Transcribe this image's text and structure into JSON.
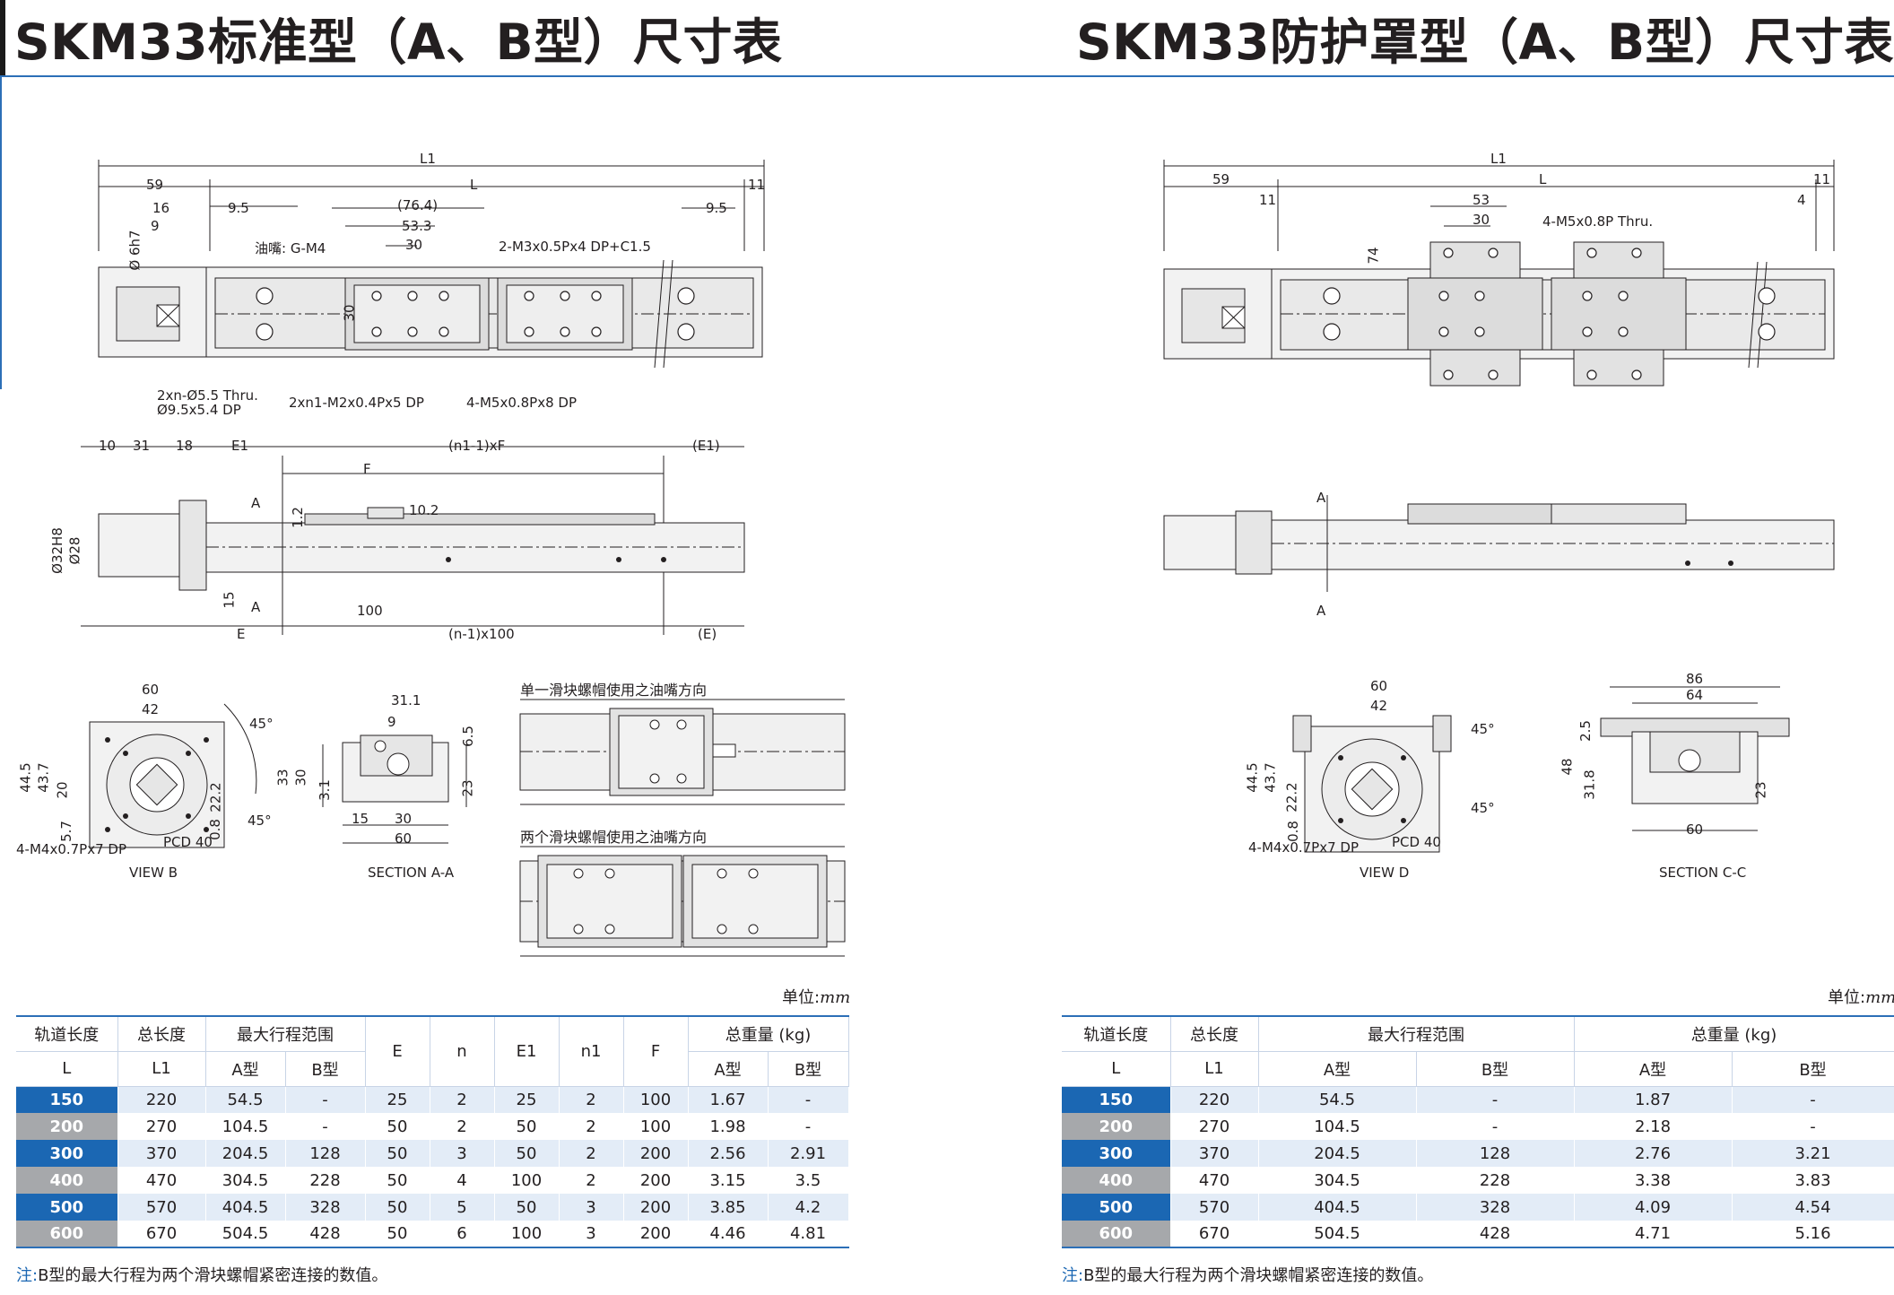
{
  "titles": {
    "left": "SKM33标准型（A、B型）尺寸表",
    "right": "SKM33防护罩型（A、B型）尺寸表"
  },
  "drawing_labels": {
    "std_top": [
      "L1",
      "59",
      "L",
      "11",
      "16",
      "9",
      "9.5",
      "(76.4)",
      "53.3",
      "30",
      "9.5",
      "Ø 6h7",
      "油嘴: G-M4",
      "2-M3x0.5Px4 DP+C1.5",
      "30",
      "2xn-Ø5.5 Thru.",
      "Ø9.5x5.4 DP",
      "2xn1-M2x0.4Px5 DP",
      "4-M5x0.8Px8 DP"
    ],
    "std_side": [
      "10",
      "31",
      "18",
      "E1",
      "(n1-1)xF",
      "(E1)",
      "F",
      "A",
      "1.2",
      "10.2",
      "Ø32H8",
      "Ø28",
      "A",
      "15",
      "100",
      "E",
      "(n-1)x100",
      "(E)"
    ],
    "view_b": [
      "60",
      "42",
      "45°",
      "44.5",
      "43.7",
      "20",
      "22.2",
      "5.7",
      "0.8",
      "45°",
      "4-M4x0.7Px7 DP",
      "PCD 40",
      "VIEW B"
    ],
    "section_aa": [
      "31.1",
      "9",
      "6.5",
      "33",
      "30",
      "3.1",
      "23",
      "15",
      "30",
      "60",
      "SECTION A-A"
    ],
    "oil_single": "单一滑块螺帽使用之油嘴方向",
    "oil_double": "两个滑块螺帽使用之油嘴方向",
    "cov_top": [
      "L1",
      "59",
      "L",
      "11",
      "11",
      "53",
      "4",
      "30",
      "4-M5x0.8P Thru.",
      "74"
    ],
    "cov_side": [
      "A",
      "A"
    ],
    "view_d": [
      "60",
      "42",
      "45°",
      "44.5",
      "43.7",
      "22.2",
      "0.8",
      "45°",
      "4-M4x0.7Px7 DP",
      "PCD 40",
      "VIEW D"
    ],
    "section_cc": [
      "86",
      "64",
      "2.5",
      "48",
      "31.8",
      "23",
      "60",
      "SECTION C-C"
    ]
  },
  "table_left": {
    "unit_prefix": "单位:",
    "unit": "mm",
    "head1": [
      "轨道长度",
      "总长度",
      "最大行程范围",
      "E",
      "n",
      "E1",
      "n1",
      "F",
      "总重量 (kg)"
    ],
    "head2": [
      "L",
      "L1",
      "A型",
      "B型",
      "A型",
      "B型"
    ],
    "rows": [
      [
        "150",
        "220",
        "54.5",
        "-",
        "25",
        "2",
        "25",
        "2",
        "100",
        "1.67",
        "-"
      ],
      [
        "200",
        "270",
        "104.5",
        "-",
        "50",
        "2",
        "50",
        "2",
        "100",
        "1.98",
        "-"
      ],
      [
        "300",
        "370",
        "204.5",
        "128",
        "50",
        "3",
        "50",
        "2",
        "200",
        "2.56",
        "2.91"
      ],
      [
        "400",
        "470",
        "304.5",
        "228",
        "50",
        "4",
        "100",
        "2",
        "200",
        "3.15",
        "3.5"
      ],
      [
        "500",
        "570",
        "404.5",
        "328",
        "50",
        "5",
        "50",
        "3",
        "200",
        "3.85",
        "4.2"
      ],
      [
        "600",
        "670",
        "504.5",
        "428",
        "50",
        "6",
        "100",
        "3",
        "200",
        "4.46",
        "4.81"
      ]
    ],
    "note_label": "注:",
    "note": "B型的最大行程为两个滑块螺帽紧密连接的数值。"
  },
  "table_right": {
    "unit_prefix": "单位:",
    "unit": "mm",
    "head1": [
      "轨道长度",
      "总长度",
      "最大行程范围",
      "总重量 (kg)"
    ],
    "head2": [
      "L",
      "L1",
      "A型",
      "B型",
      "A型",
      "B型"
    ],
    "rows": [
      [
        "150",
        "220",
        "54.5",
        "-",
        "1.87",
        "-"
      ],
      [
        "200",
        "270",
        "104.5",
        "-",
        "2.18",
        "-"
      ],
      [
        "300",
        "370",
        "204.5",
        "128",
        "2.76",
        "3.21"
      ],
      [
        "400",
        "470",
        "304.5",
        "228",
        "3.38",
        "3.83"
      ],
      [
        "500",
        "570",
        "404.5",
        "328",
        "4.09",
        "4.54"
      ],
      [
        "600",
        "670",
        "504.5",
        "428",
        "4.71",
        "5.16"
      ]
    ],
    "note_label": "注:",
    "note": "B型的最大行程为两个滑块螺帽紧密连接的数值。"
  }
}
